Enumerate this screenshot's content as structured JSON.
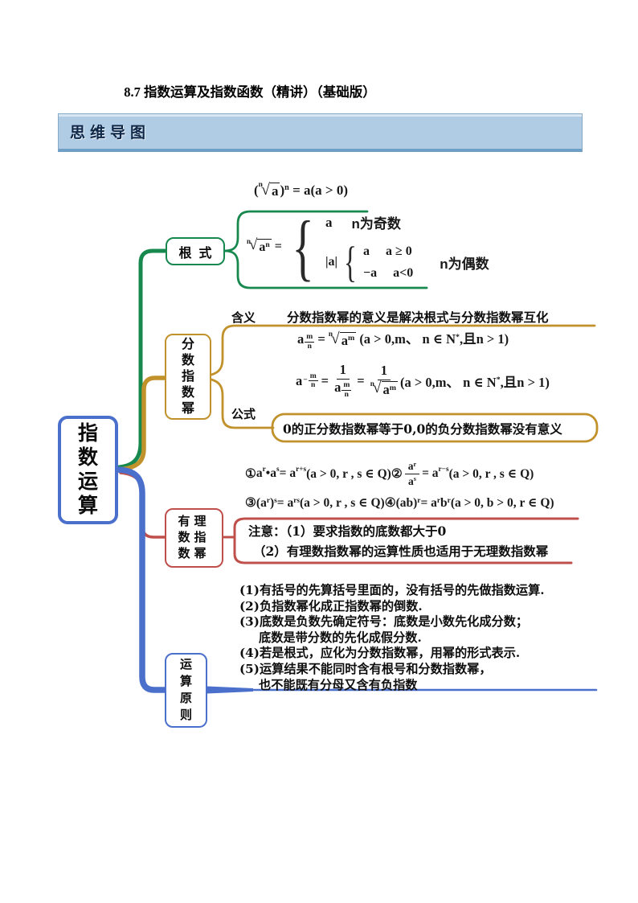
{
  "page": {
    "title": "8.7 指数运算及指数函数（精讲）（基础版）",
    "banner": "思维导图"
  },
  "colors": {
    "green": "#17884e",
    "gold": "#c1922c",
    "red": "#bf4f4b",
    "blue": "#4a70cc",
    "banner_bg": "#b0cbe4",
    "banner_edge": "#6f9fc4"
  },
  "nodes": {
    "root": "指数运算",
    "radical": "根式",
    "fraction": "分数指数幂",
    "rational": "有理数指数幂",
    "principle": "运算原则"
  },
  "labels": {
    "meaning": "含义",
    "formula": "公式"
  },
  "sym": {
    "sqrt": "√",
    "brace": "{"
  },
  "radical_branch": {
    "f1": {
      "open": "(",
      "idx": "n",
      "rad": "a",
      "close": ")",
      "exp": "n",
      "rest": "= a(a > 0)"
    },
    "f2": {
      "idx": "n",
      "rad": "a",
      "rad_exp": "n",
      "eq": "=",
      "case1_val": "a",
      "case1_label": "n为奇数",
      "abs": "|a|",
      "sub1_val": "a",
      "sub1_cond": "a ≥ 0",
      "sub2_val": "−a",
      "sub2_cond": "a<0",
      "case2_label": "n为偶数"
    }
  },
  "fraction_branch": {
    "meaning_text": "分数指数幂的意义是解决根式与分数指数幂互化",
    "f4": {
      "base": "a",
      "num": "m",
      "den": "n",
      "eq": "=",
      "idx": "n",
      "rad": "a",
      "rad_exp": "m"
    },
    "f5": {
      "base": "a",
      "minus": "−",
      "num": "m",
      "den": "n",
      "eq1": "=",
      "one1": "1",
      "den_base": "a",
      "den_num": "m",
      "den_den": "n",
      "eq2": "=",
      "one2": "1",
      "idx": "n",
      "rad": "a",
      "rad_exp": "m"
    },
    "cond": {
      "pre": "(a > 0,m、 n ∈ N",
      "star": "*",
      "post": ",且n > 1)"
    },
    "formula_text": "0的正分数指数幂等于0,0的负分数指数幂没有意义"
  },
  "rational_branch": {
    "r1": {
      "no": "①",
      "b1": "a",
      "e1": "r",
      "dot": "•",
      "b2": "a",
      "e2": "s",
      "eq": "= a",
      "e3": "r+s",
      "cond": "(a > 0, r , s ∈ Q)"
    },
    "r2": {
      "no": "②",
      "num_b": "a",
      "num_e": "r",
      "den_b": "a",
      "den_e": "s",
      "eq": "= a",
      "e": "r−s",
      "cond": "(a > 0, r , s ∈ Q)"
    },
    "r3": {
      "no": "③",
      "t1": "(a",
      "e1": "r",
      "t2": ")",
      "e2": "s",
      "eq": "= a",
      "e3": "rs",
      "cond": "(a > 0, r , s ∈ Q)"
    },
    "r4": {
      "no": "④",
      "t1": "(ab)",
      "e1": "r",
      "eq": "= a",
      "e2": "r",
      "b": "b",
      "e3": "r",
      "cond": "(a > 0, b > 0, r ∈ Q)"
    },
    "note1": "注意：（1）要求指数的底数都大于0",
    "note2": "（2）有理数指数幂的运算性质也适用于无理数指数幂"
  },
  "principle_branch": {
    "lines": [
      "(1)有括号的先算括号里面的，没有括号的先做指数运算.",
      "(2)负指数幂化成正指数幂的倒数.",
      "(3)底数是负数先确定符号：底数是小数先化成分数；",
      "底数是带分数的先化成假分数.",
      "(4)若是根式，应化为分数指数幂，用幂的形式表示.",
      "(5)运算结果不能同时含有根号和分数指数幂，",
      "也不能既有分母又含有负指数"
    ]
  }
}
